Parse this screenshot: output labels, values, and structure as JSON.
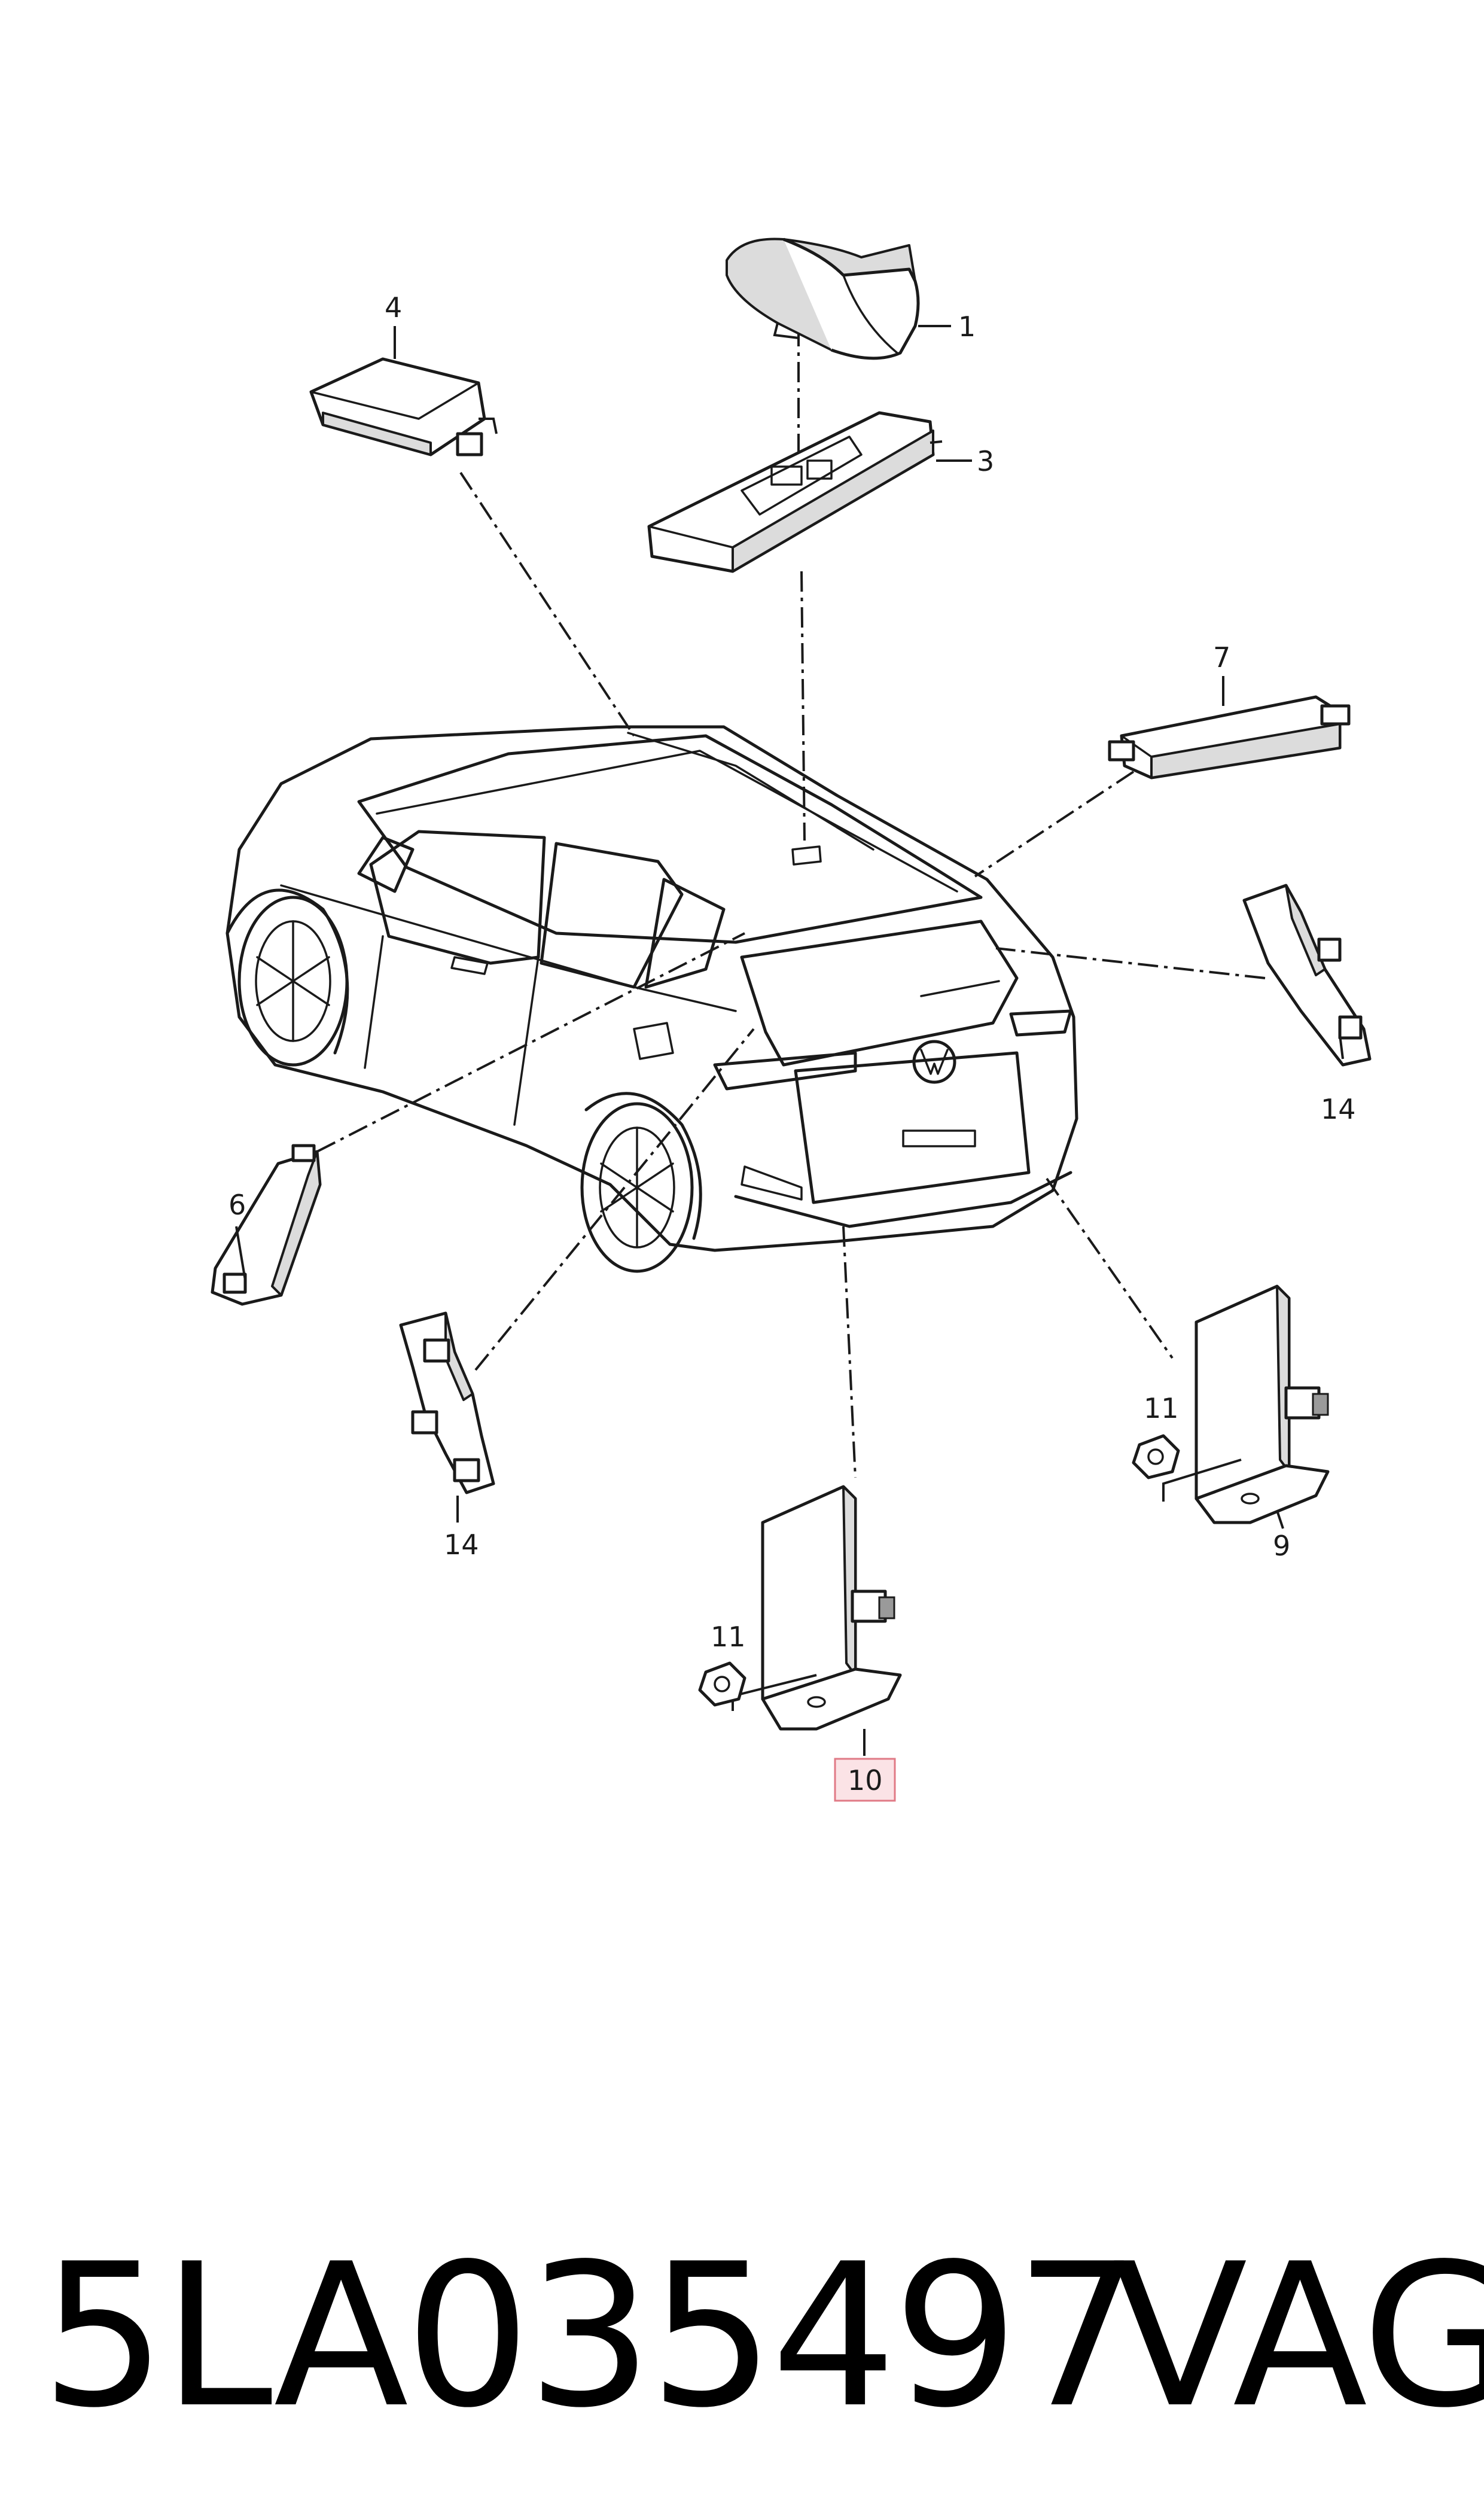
{
  "callouts": {
    "c1": "1",
    "c3": "3",
    "c4": "4",
    "c6": "6",
    "c7": "7",
    "c9": "9",
    "c10": "10",
    "c11a": "11",
    "c11b": "11",
    "c14a": "14",
    "c14b": "14"
  },
  "highlighted_callout": "10",
  "highlight_color": "#e07a86",
  "footer": {
    "part_number": "5LA035497",
    "brand": "VAG"
  }
}
